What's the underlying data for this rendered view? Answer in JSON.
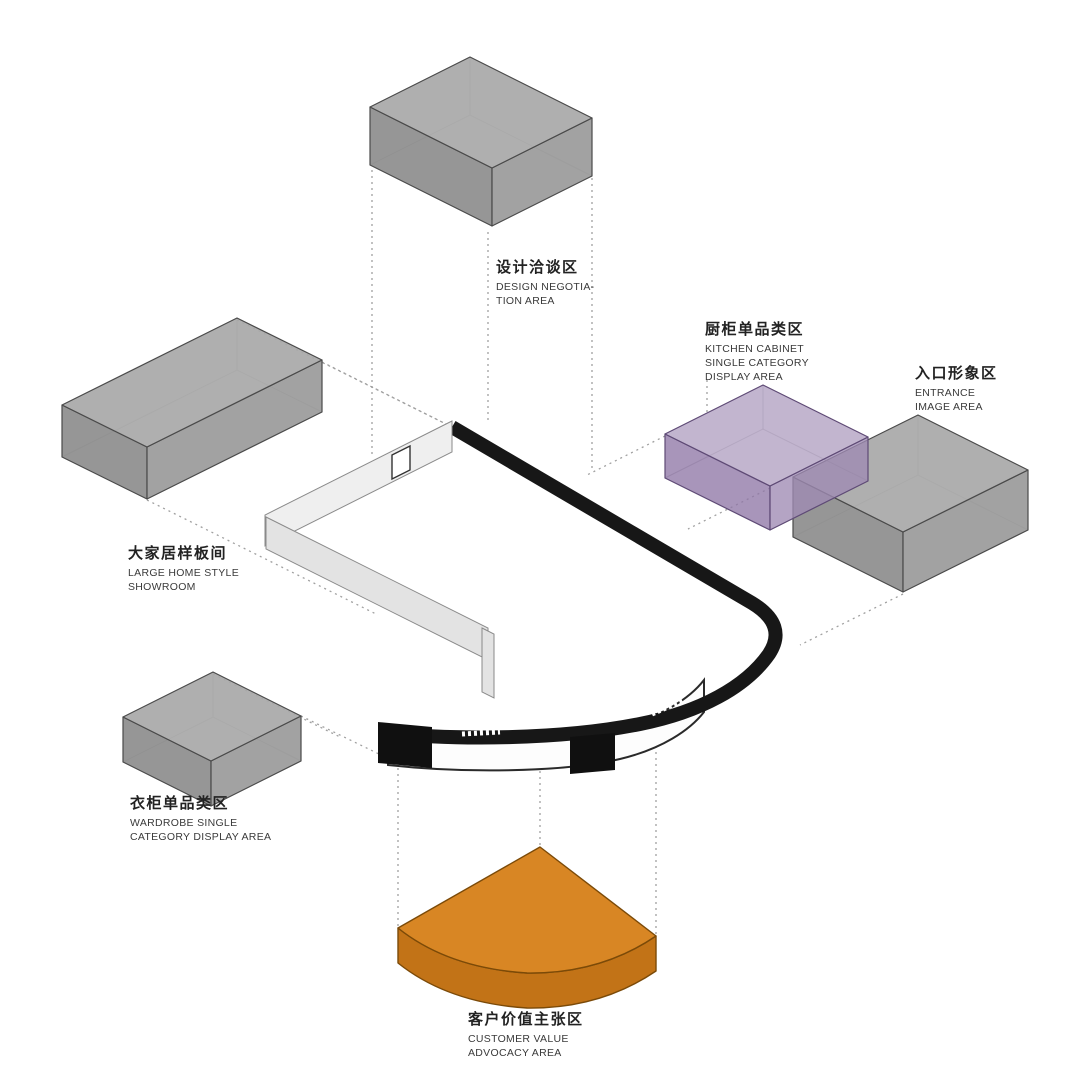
{
  "labels": [
    {
      "zh": "设计洽谈区",
      "en1": "DESIGN NEGOTIA-",
      "en2": "TION AREA"
    },
    {
      "zh": "厨柜单品类区",
      "en1": "KITCHEN CABINET",
      "en2": "SINGLE CATEGORY",
      "en3": "DISPLAY AREA"
    },
    {
      "zh": "入口形象区",
      "en1": "ENTRANCE",
      "en2": "IMAGE AREA"
    },
    {
      "zh": "大家居样板间",
      "en1": "LARGE HOME STYLE",
      "en2": "SHOWROOM"
    },
    {
      "zh": "衣柜单品类区",
      "en1": "WARDROBE SINGLE",
      "en2": "CATEGORY DISPLAY AREA"
    },
    {
      "zh": "客户价值主张区",
      "en1": "CUSTOMER VALUE",
      "en2": "ADVOCACY AREA"
    }
  ],
  "colors": {
    "gray_box_top": "#a8a8a8",
    "gray_box_left": "#8d8d8d",
    "gray_box_right": "#9a9a9a",
    "purple_box_top": "#b1a0c2",
    "purple_box_left": "#8f77a6",
    "purple_box_right": "#9f8bb4",
    "orange_box_top": "#d6811b",
    "orange_box_front": "#bf6d0e",
    "plan_wall_black": "#171717",
    "plan_wall_light": "#efefef",
    "plan_wall_light2": "#e3e3e3",
    "plan_pier_black": "#101010",
    "background": "#ffffff"
  }
}
